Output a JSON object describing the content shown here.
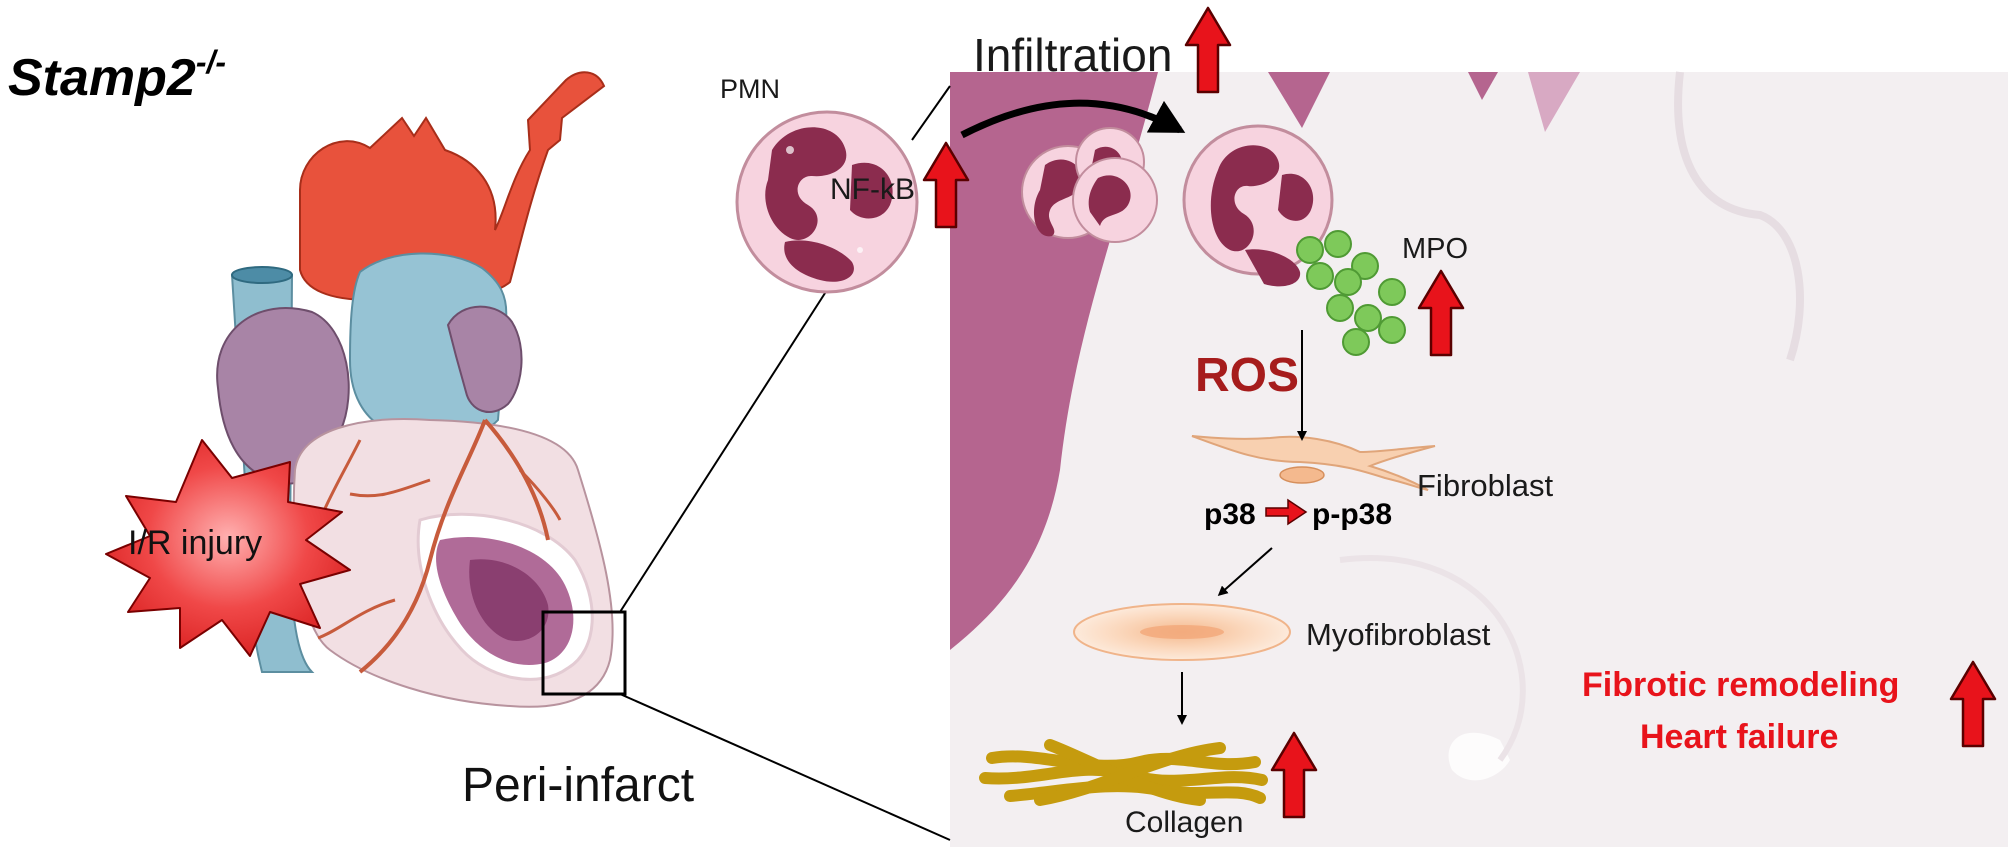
{
  "title": {
    "gene": "Stamp2",
    "superscript": "-/-"
  },
  "heart": {
    "injury_label": "I/R injury",
    "region_label": "Peri-infarct"
  },
  "neutrophil": {
    "label": "PMN",
    "factor": "NF-kB"
  },
  "infiltration": {
    "label": "Infiltration"
  },
  "mpo": {
    "label": "MPO"
  },
  "ros": {
    "label": "ROS"
  },
  "fibroblast": {
    "label": "Fibroblast",
    "p38": "p38",
    "p_p38": "p-p38"
  },
  "myofibroblast": {
    "label": "Myofibroblast"
  },
  "collagen": {
    "label": "Collagen"
  },
  "outcome": {
    "line1": "Fibrotic remodeling",
    "line2": "Heart failure"
  },
  "colors": {
    "up_arrow": "#e8131b",
    "ros_text": "#a61c1c",
    "outcome_text": "#e8131b",
    "tissue_dark": "#b5658f",
    "tissue_light": "#f3eff1",
    "neutrophil_body": "#f7d3df",
    "neutrophil_nucleus": "#8b2c4e",
    "mpo_granule": "#7ec95a",
    "fibroblast": "#f8d0b0",
    "collagen": "#c59b0e",
    "aorta": "#e8523c",
    "vessel_blue": "#96c3d4",
    "atrium": "#a884a6",
    "heart_body": "#f2dfe3",
    "infarct": "#b06b98"
  },
  "icons": [
    "up-arrow-icon",
    "heart-illustration",
    "neutrophil-cell",
    "fibroblast-cell",
    "myofibroblast-cell",
    "collagen-fibers",
    "mpo-granules",
    "starburst-shape",
    "magnifier-box"
  ]
}
